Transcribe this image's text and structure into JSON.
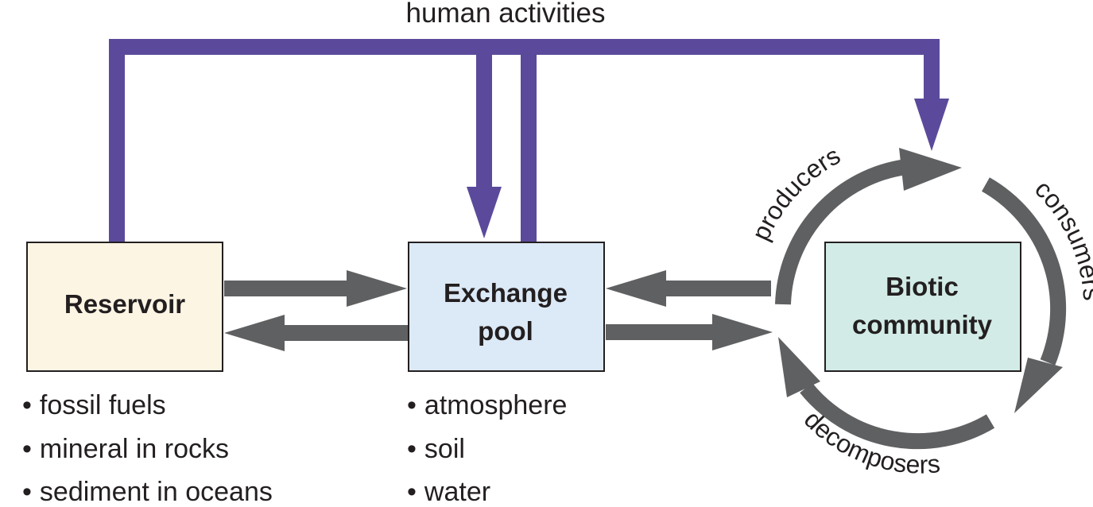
{
  "diagram": {
    "top_label": "human activities",
    "reservoir": {
      "label": "Reservoir",
      "fill": "#fdf5e4",
      "items": [
        "fossil fuels",
        "mineral in rocks",
        "sediment in oceans"
      ]
    },
    "exchange": {
      "label_line1": "Exchange",
      "label_line2": "pool",
      "fill": "#dce9f6",
      "items": [
        "atmosphere",
        "soil",
        "water"
      ]
    },
    "biotic": {
      "label_line1": "Biotic",
      "label_line2": "community",
      "fill": "#d2ebe6"
    },
    "cycle_labels": {
      "producers": "producers",
      "consumers": "consumers",
      "decomposers": "decomposers"
    },
    "bullet": "•",
    "colors": {
      "human_arrow": "#5b4a9b",
      "flow_arrow": "#5f6062",
      "box_border": "#231f20"
    }
  }
}
